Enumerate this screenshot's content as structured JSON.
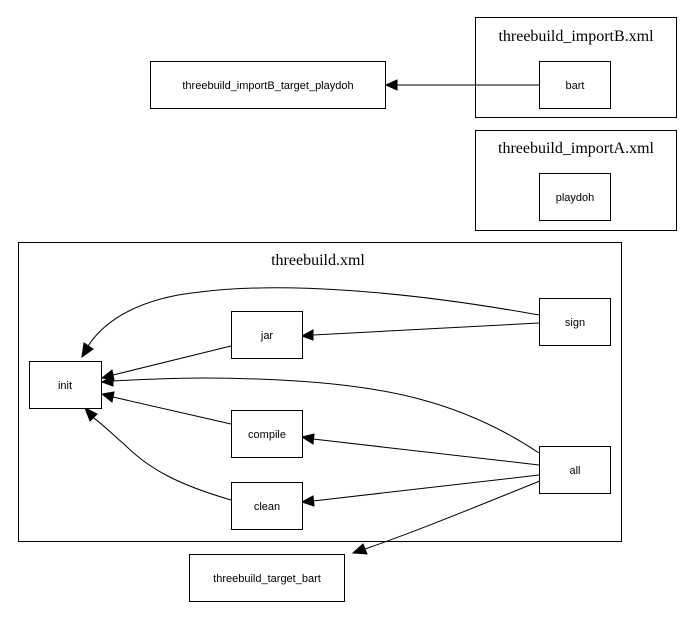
{
  "clusters": {
    "importB": {
      "title": "threebuild_importB.xml"
    },
    "importA": {
      "title": "threebuild_importA.xml"
    },
    "main": {
      "title": "threebuild.xml"
    }
  },
  "nodes": {
    "importB_target_playdoh": "threebuild_importB_target_playdoh",
    "bart": "bart",
    "playdoh": "playdoh",
    "init": "init",
    "jar": "jar",
    "sign": "sign",
    "compile": "compile",
    "clean": "clean",
    "all": "all",
    "target_bart": "threebuild_target_bart"
  },
  "edges": [
    {
      "from": "bart",
      "to": "importB_target_playdoh"
    },
    {
      "from": "sign",
      "to": "init"
    },
    {
      "from": "sign",
      "to": "jar"
    },
    {
      "from": "jar",
      "to": "init"
    },
    {
      "from": "all",
      "to": "init"
    },
    {
      "from": "compile",
      "to": "init"
    },
    {
      "from": "clean",
      "to": "init"
    },
    {
      "from": "all",
      "to": "compile"
    },
    {
      "from": "all",
      "to": "clean"
    },
    {
      "from": "all",
      "to": "target_bart"
    }
  ]
}
